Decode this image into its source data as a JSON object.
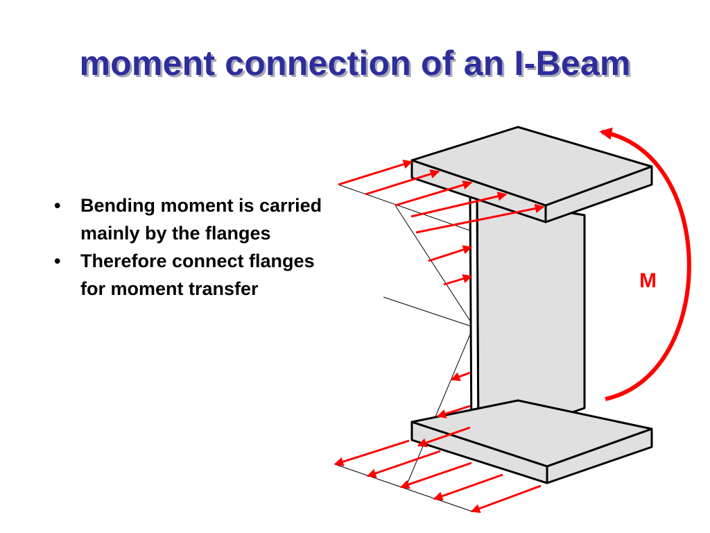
{
  "slide": {
    "title": "moment connection of an I-Beam",
    "bullets": [
      "Bending moment is carried mainly by the flanges",
      "Therefore connect flanges for moment transfer"
    ]
  },
  "diagram": {
    "moment_label": "M"
  },
  "colors": {
    "title": "#2d2d9c",
    "title_shadow": "#a9a9b8",
    "arrow": "#ff0000",
    "beam_face": "#e0e0e0",
    "outline": "#000000"
  }
}
